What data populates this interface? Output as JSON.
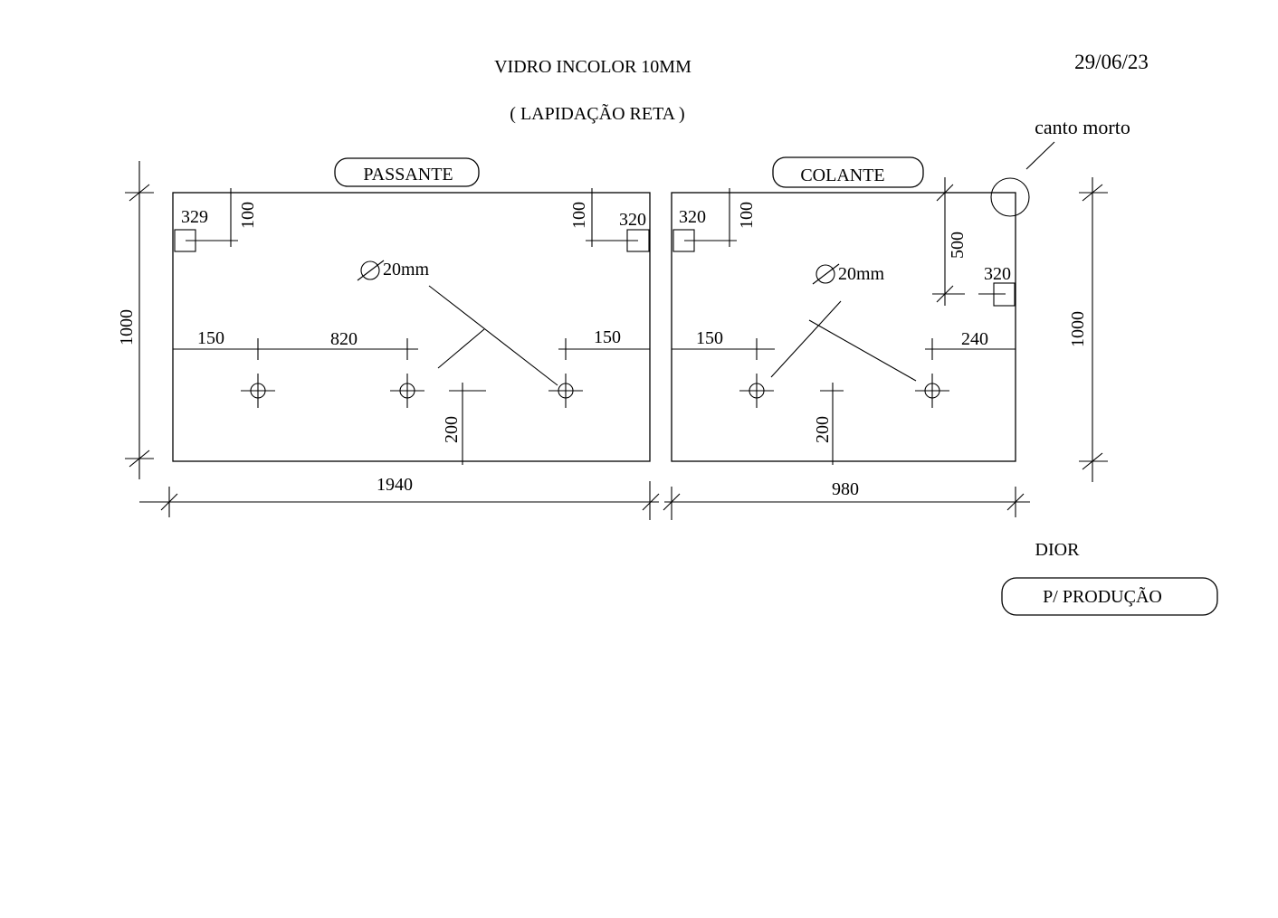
{
  "header": {
    "title": "VIDRO INCOLOR 10MM",
    "subtitle": "( LAPIDAÇÃO RETA )",
    "date": "29/06/23"
  },
  "panels": {
    "left": {
      "label": "PASSANTE",
      "overall_width": "1940",
      "overall_height": "1000",
      "cutout_top_left_width": "329",
      "cutout_top_left_height": "100",
      "cutout_top_right_height": "100",
      "cutout_top_right_width": "320",
      "hole_diameter": "20mm",
      "hole_left_offset": "150",
      "hole_spacing": "820",
      "hole_right_offset": "150",
      "hole_height": "200"
    },
    "right": {
      "label": "COLANTE",
      "overall_width": "980",
      "overall_height": "1000",
      "cutout_top_left_width": "320",
      "cutout_top_left_height": "100",
      "cutout_right_offset": "500",
      "cutout_right_width": "320",
      "hole_diameter": "20mm",
      "hole_left_offset": "150",
      "hole_right_offset": "240",
      "hole_height": "200"
    }
  },
  "notes": {
    "corner_note": "canto morto",
    "client": "DIOR",
    "status": "P/ PRODUÇÃO"
  },
  "colors": {
    "line": "#000000",
    "background": "#ffffff"
  }
}
